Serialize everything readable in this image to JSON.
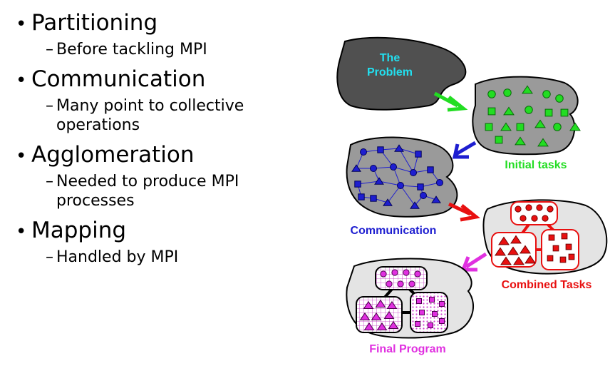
{
  "bullets": [
    {
      "title": "Partitioning",
      "subs": [
        "Before tackling MPI"
      ]
    },
    {
      "title": "Communication",
      "subs": [
        "Many point to collective operations"
      ]
    },
    {
      "title": "Agglomeration",
      "subs": [
        "Needed to produce MPI processes"
      ]
    },
    {
      "title": "Mapping",
      "subs": [
        "Handled by MPI"
      ]
    }
  ],
  "diagram": {
    "problem_line1": "The",
    "problem_line2": "Problem",
    "initial_tasks": "Initial tasks",
    "communication": "Communication",
    "combined_tasks": "Combined  Tasks",
    "final_program": "Final Program",
    "colors": {
      "problem_blob": "#505050",
      "problem_text": "#22e0f0",
      "green": "#22dd22",
      "blue": "#1e1ed0",
      "red": "#e81010",
      "magenta": "#e030e0",
      "gray_blob": "#9a9a9a",
      "light_blob": "#e4e4e4"
    }
  }
}
